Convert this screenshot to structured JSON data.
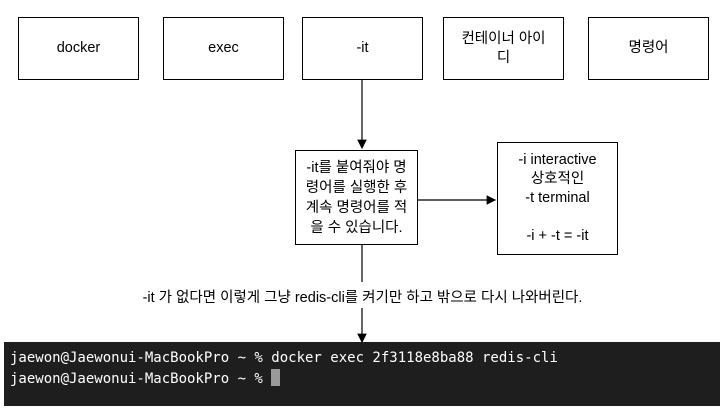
{
  "top_row": [
    "docker",
    "exec",
    "-it",
    "컨테이너 아이디",
    "명령어"
  ],
  "middle_box": "-it를 붙여줘야 명령어를 실행한 후 계속 명령어를 적을 수 있습니다.",
  "right_box": {
    "line1": "-i  interactive",
    "line2": "상호적인",
    "line3": "-t terminal",
    "line4": "-i + -t = -it"
  },
  "caption": "-it 가 없다면 이렇게 그냥 redis-cli를 켜기만 하고 밖으로 다시 나와버린다.",
  "terminal": {
    "line1": "jaewon@Jaewonui-MacBookPro ~ % docker exec 2f3118e8ba88 redis-cli",
    "line2": "jaewon@Jaewonui-MacBookPro ~ % "
  }
}
